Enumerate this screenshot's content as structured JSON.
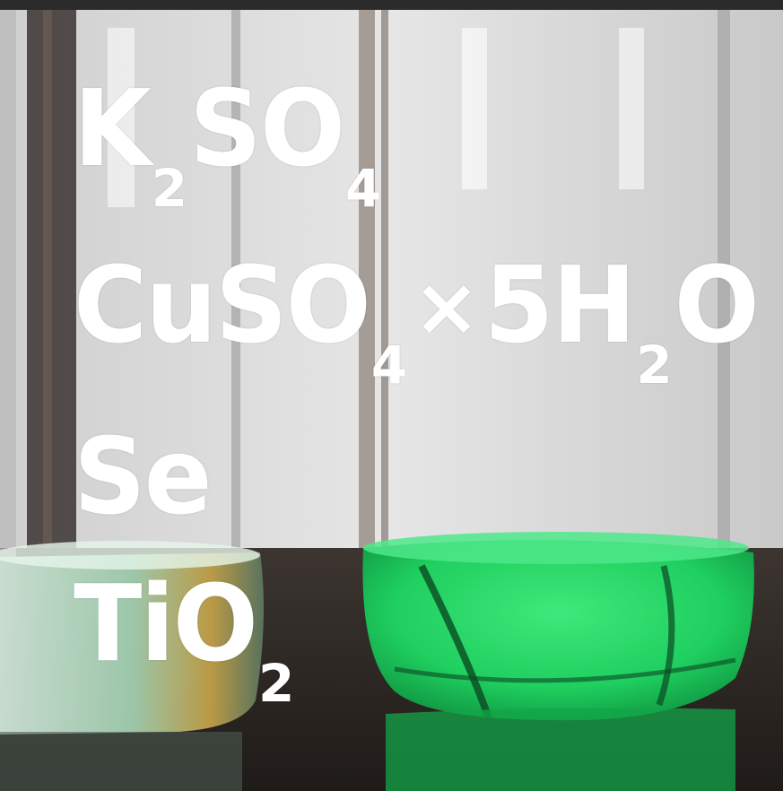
{
  "formulas": [
    {
      "parts": [
        "K",
        "2",
        "SO",
        "4"
      ]
    },
    {
      "parts": [
        "CuSO",
        "4",
        "×",
        "5H",
        "2",
        "O"
      ]
    },
    {
      "parts": [
        "Se"
      ]
    },
    {
      "parts": [
        "TiO",
        "2"
      ]
    }
  ],
  "colors": {
    "liquid_left": "#a8d8b8",
    "liquid_right": "#1fcf5f",
    "text": "#ffffff"
  }
}
